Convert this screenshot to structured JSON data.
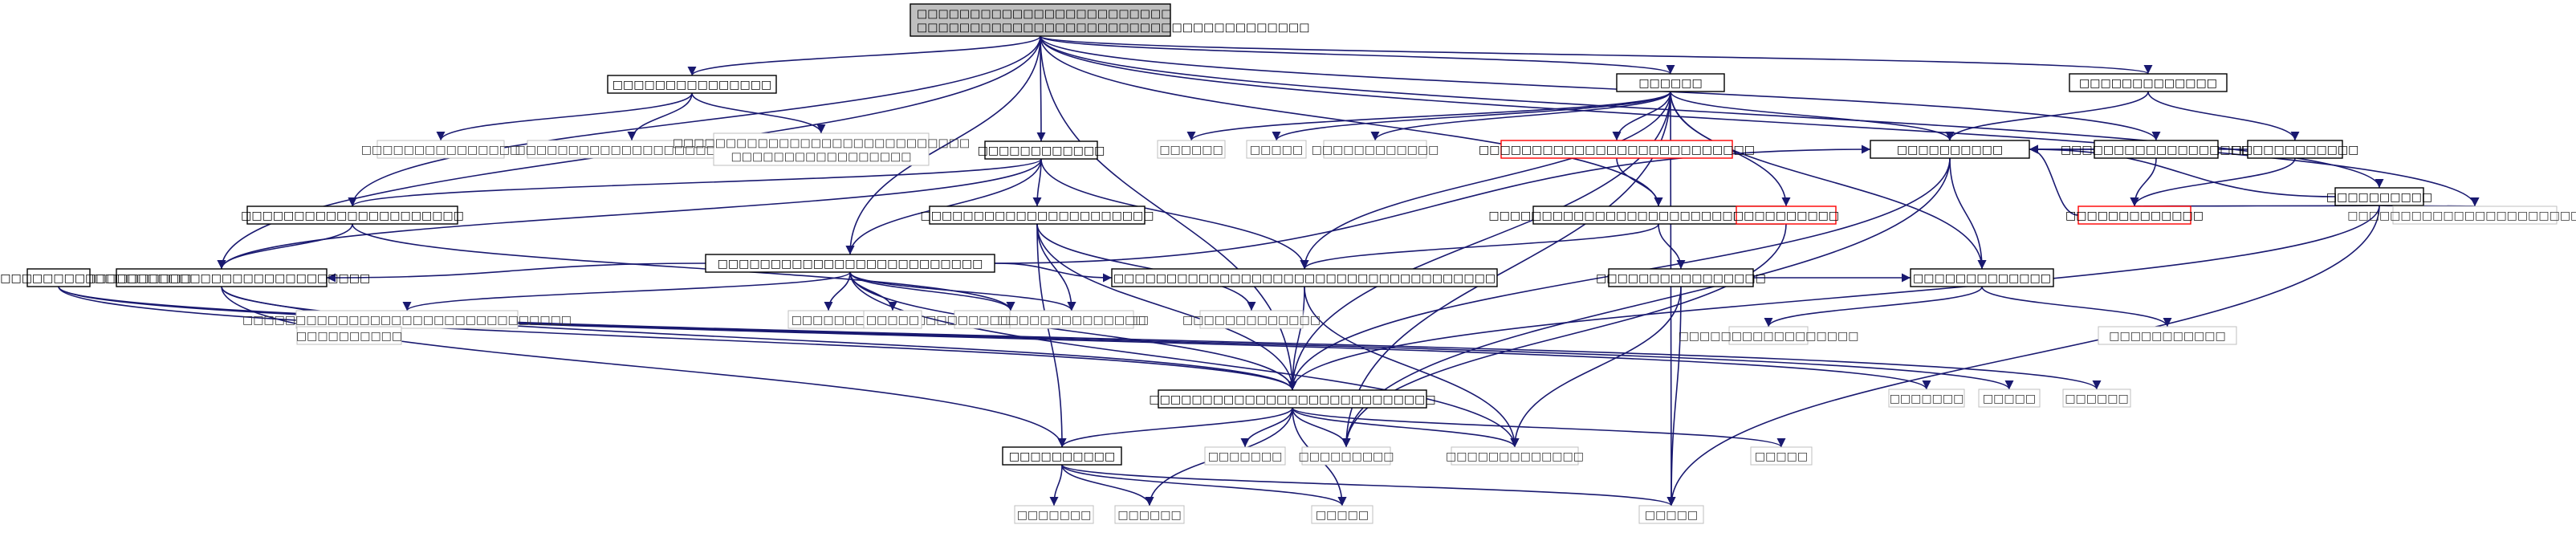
{
  "graph": {
    "colors": {
      "edge": "#191970",
      "root_fill": "#bfbfbf",
      "normal_border": "#000000",
      "gray_border": "#bfbfbf",
      "red_border": "#ff0000"
    },
    "nodes": [
      {
        "id": "root",
        "style": "root",
        "lines": [
          "□□□□□□□□□□□□□□□□□□□□□□□□",
          "□□□□□□□□□□□□□□□□□□□□□□□□□□□□□□□□□□□□□"
        ]
      },
      {
        "id": "a1",
        "style": "normal",
        "lines": [
          "□□□□□□□□□□□□□□□"
        ]
      },
      {
        "id": "a2",
        "style": "normal",
        "lines": [
          "□□□□□□□□□□□□"
        ]
      },
      {
        "id": "a3",
        "style": "normal",
        "lines": [
          "□□□□□□"
        ]
      },
      {
        "id": "a4",
        "style": "normal",
        "lines": [
          "□□□□□□□□□□□□□"
        ]
      },
      {
        "id": "a5",
        "style": "normal",
        "lines": [
          "□□□□□□□□□□"
        ]
      },
      {
        "id": "b1",
        "style": "gray",
        "lines": [
          "□□□□□□□□□□□□□□□"
        ]
      },
      {
        "id": "b2",
        "style": "gray",
        "lines": [
          "□□□□□□□□□□□□□□□□□□□□□□"
        ]
      },
      {
        "id": "b3",
        "style": "gray",
        "lines": [
          "□□□□□□□□□□□□□□□□□□□□□□□□□□□□",
          "□□□□□□□□□□□□□□□□□"
        ]
      },
      {
        "id": "b4",
        "style": "gray",
        "lines": [
          "□□□□□□"
        ]
      },
      {
        "id": "b5",
        "style": "gray",
        "lines": [
          "□□□□□"
        ]
      },
      {
        "id": "b6",
        "style": "gray",
        "lines": [
          "□□□□□□□□□□□□"
        ]
      },
      {
        "id": "r1",
        "style": "red",
        "lines": [
          "□□□□□□□□□□□□□□□□□□□□□□□□□□"
        ]
      },
      {
        "id": "c6",
        "style": "normal",
        "lines": [
          "□□□□□□□□□□□□□□□□□□"
        ]
      },
      {
        "id": "c7",
        "style": "normal",
        "lines": [
          "□□□□□□□□□□□□"
        ]
      },
      {
        "id": "c8",
        "style": "normal",
        "lines": [
          "□□□□□□□□□□"
        ]
      },
      {
        "id": "c1",
        "style": "normal",
        "lines": [
          "□□□□□□□□□□□□□□□□□□□□□"
        ]
      },
      {
        "id": "c2",
        "style": "normal",
        "lines": [
          "□□□□□□□□□□□□□□□□□□□□□□□□□"
        ]
      },
      {
        "id": "c3",
        "style": "normal",
        "lines": [
          "□□□□□□□□□□□□□□□□□□□□□□"
        ]
      },
      {
        "id": "c5",
        "style": "normal",
        "lines": [
          "□□□□□□□□□□□□□□□□□□□□□□□□□□□□□□□□"
        ]
      },
      {
        "id": "r2",
        "style": "red",
        "lines": [
          "□□□□□□□□□□"
        ]
      },
      {
        "id": "r3",
        "style": "red",
        "lines": [
          "□□□□□□□□□□□□□"
        ]
      },
      {
        "id": "b7",
        "style": "gray",
        "lines": [
          "□□□□□□□□□□□□□□□□□□□□□□□□"
        ]
      },
      {
        "id": "g1",
        "style": "gray",
        "lines": [
          "□□□□□□□"
        ]
      },
      {
        "id": "d1",
        "style": "normal",
        "lines": [
          "□□□□□□□□□□□□□□□□□□□□□□□□□□□□"
        ]
      },
      {
        "id": "g2",
        "style": "gray",
        "lines": [
          "□□□□□□□□□□□□□□□□□□□□□□□□□□"
        ]
      },
      {
        "id": "g3",
        "style": "gray",
        "lines": [
          "□□□□□□□□□□□□□□□□□□□□□□□□□□□□□□□"
        ]
      },
      {
        "id": "g4",
        "style": "gray",
        "lines": [
          "□□□□□"
        ]
      },
      {
        "id": "g5",
        "style": "gray",
        "lines": [
          "□□□□□□□□□□□□□□"
        ]
      },
      {
        "id": "g6",
        "style": "gray",
        "lines": [
          "□□□□□□□□□□□□□"
        ]
      },
      {
        "id": "d2",
        "style": "normal",
        "lines": [
          "□□□□□□□□□□□□□□□□□□□□□□□□□□□□□□□□□□□□"
        ]
      },
      {
        "id": "d3",
        "style": "normal",
        "lines": [
          "□□□□□□□□□□□□□□□□"
        ]
      },
      {
        "id": "d4",
        "style": "normal",
        "lines": [
          "□□□□□□□□□□□□□"
        ]
      },
      {
        "id": "g7",
        "style": "gray",
        "lines": [
          "□□□□□□□□□□"
        ]
      },
      {
        "id": "g8",
        "style": "gray",
        "lines": [
          "□□□□□□□□□□□□□□□□□"
        ]
      },
      {
        "id": "d5",
        "style": "normal",
        "lines": [
          "□□□□□□□□□□□□□□□□□□□□□□□□□"
        ]
      },
      {
        "id": "g9",
        "style": "gray",
        "lines": [
          "□□□□□□□□□□□"
        ]
      },
      {
        "id": "e1",
        "style": "normal",
        "lines": [
          "□□□□□□□□□□□□□□□□□□□□□□□□□□□"
        ]
      },
      {
        "id": "h1",
        "style": "gray",
        "lines": [
          "□□□□□□□"
        ]
      },
      {
        "id": "h2",
        "style": "gray",
        "lines": [
          "□□□□□"
        ]
      },
      {
        "id": "h3",
        "style": "gray",
        "lines": [
          "□□□□□□"
        ]
      },
      {
        "id": "f1",
        "style": "normal",
        "lines": [
          "□□□□□□□□□□"
        ]
      },
      {
        "id": "h4",
        "style": "gray",
        "lines": [
          "□□□□□□□"
        ]
      },
      {
        "id": "h5",
        "style": "gray",
        "lines": [
          "□□□□□□□□□"
        ]
      },
      {
        "id": "h6",
        "style": "gray",
        "lines": [
          "□□□□□□□□□□□□□"
        ]
      },
      {
        "id": "h7",
        "style": "gray",
        "lines": [
          "□□□□□"
        ]
      },
      {
        "id": "i1",
        "style": "gray",
        "lines": [
          "□□□□□□□"
        ]
      },
      {
        "id": "i2",
        "style": "gray",
        "lines": [
          "□□□□□□"
        ]
      },
      {
        "id": "i3",
        "style": "gray",
        "lines": [
          "□□□□□"
        ]
      },
      {
        "id": "i4",
        "style": "gray",
        "lines": [
          "□□□□□"
        ]
      }
    ],
    "edges": [
      [
        "root",
        "a1"
      ],
      [
        "root",
        "c1"
      ],
      [
        "root",
        "a2"
      ],
      [
        "root",
        "a3"
      ],
      [
        "root",
        "a4"
      ],
      [
        "root",
        "a5"
      ],
      [
        "root",
        "c5"
      ],
      [
        "root",
        "c2"
      ],
      [
        "root",
        "d1"
      ],
      [
        "root",
        "e1"
      ],
      [
        "root",
        "b7"
      ],
      [
        "root",
        "c6"
      ],
      [
        "a1",
        "b1"
      ],
      [
        "a1",
        "b2"
      ],
      [
        "a1",
        "b3"
      ],
      [
        "a2",
        "c1"
      ],
      [
        "a2",
        "d1"
      ],
      [
        "a2",
        "c2"
      ],
      [
        "a2",
        "d2"
      ],
      [
        "a2",
        "c3"
      ],
      [
        "a3",
        "b4"
      ],
      [
        "a3",
        "b5"
      ],
      [
        "a3",
        "b6"
      ],
      [
        "a3",
        "r1"
      ],
      [
        "a3",
        "c8"
      ],
      [
        "a3",
        "d2"
      ],
      [
        "a3",
        "r2"
      ],
      [
        "a3",
        "d4"
      ],
      [
        "a3",
        "h5"
      ],
      [
        "a3",
        "e1"
      ],
      [
        "a3",
        "i4"
      ],
      [
        "a4",
        "c7"
      ],
      [
        "a4",
        "c8"
      ],
      [
        "a5",
        "r3"
      ],
      [
        "a5",
        "c8"
      ],
      [
        "a5",
        "b7"
      ],
      [
        "a5",
        "e1"
      ],
      [
        "a5",
        "i4"
      ],
      [
        "c6",
        "r3"
      ],
      [
        "c6",
        "c8"
      ],
      [
        "c7",
        "r3"
      ],
      [
        "c7",
        "c8"
      ],
      [
        "c1",
        "d1"
      ],
      [
        "c1",
        "g2"
      ],
      [
        "c2",
        "g1"
      ],
      [
        "c2",
        "d1"
      ],
      [
        "c2",
        "g2"
      ],
      [
        "c2",
        "g3"
      ],
      [
        "c2",
        "g4"
      ],
      [
        "c2",
        "g5"
      ],
      [
        "c2",
        "c8"
      ],
      [
        "c2",
        "e1"
      ],
      [
        "c2",
        "h6"
      ],
      [
        "c2",
        "d2"
      ],
      [
        "c3",
        "g5"
      ],
      [
        "c3",
        "g6"
      ],
      [
        "c3",
        "f1"
      ],
      [
        "c3",
        "e1"
      ],
      [
        "r1",
        "c5"
      ],
      [
        "c5",
        "d2"
      ],
      [
        "c5",
        "d3"
      ],
      [
        "r2",
        "h5"
      ],
      [
        "r3",
        "c8"
      ],
      [
        "c8",
        "d4"
      ],
      [
        "c8",
        "h5"
      ],
      [
        "c8",
        "e1"
      ],
      [
        "d1",
        "g7"
      ],
      [
        "d1",
        "e1"
      ],
      [
        "d1",
        "f1"
      ],
      [
        "d2",
        "e1"
      ],
      [
        "d2",
        "h6"
      ],
      [
        "d3",
        "d4"
      ],
      [
        "d3",
        "h6"
      ],
      [
        "d3",
        "i4"
      ],
      [
        "d4",
        "g8"
      ],
      [
        "d4",
        "g9"
      ],
      [
        "d5",
        "h1"
      ],
      [
        "d5",
        "h2"
      ],
      [
        "d5",
        "h3"
      ],
      [
        "d5",
        "e1"
      ],
      [
        "e1",
        "f1"
      ],
      [
        "e1",
        "h4"
      ],
      [
        "e1",
        "h5"
      ],
      [
        "e1",
        "h6"
      ],
      [
        "e1",
        "h7"
      ],
      [
        "e1",
        "i2"
      ],
      [
        "e1",
        "i3"
      ],
      [
        "f1",
        "i1"
      ],
      [
        "f1",
        "i2"
      ],
      [
        "f1",
        "i3"
      ],
      [
        "f1",
        "i4"
      ]
    ]
  }
}
